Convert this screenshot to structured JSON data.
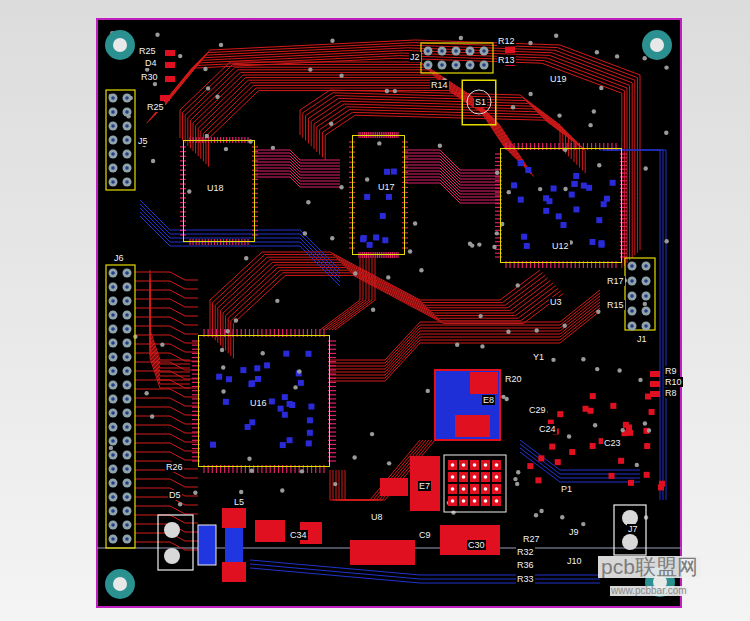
{
  "diagram": {
    "nodes": [
      {
        "text": [
          "U18"
        ]
      },
      {
        "text": [
          "U17"
        ]
      },
      {
        "text": [
          "U12"
        ]
      },
      {
        "text": [
          "U16"
        ]
      },
      {
        "text": [
          "S1"
        ]
      }
    ],
    "labels": [
      "R25",
      "D4",
      "R30",
      "R25",
      "J5",
      "J6",
      "J2",
      "R12",
      "R13",
      "R14",
      "U19",
      "U3",
      "R17",
      "R15",
      "J1",
      "Y1",
      "R20",
      "R9",
      "R10",
      "R8",
      "C29",
      "C24",
      "C23",
      "P1",
      "R26",
      "D5",
      "L5",
      "C34",
      "U8",
      "E7",
      "C9",
      "C30",
      "E8",
      "R27",
      "J9",
      "R32",
      "R36",
      "R33",
      "J10",
      "J7",
      "pcb联盟网",
      "www.pcbbar.com"
    ]
  }
}
